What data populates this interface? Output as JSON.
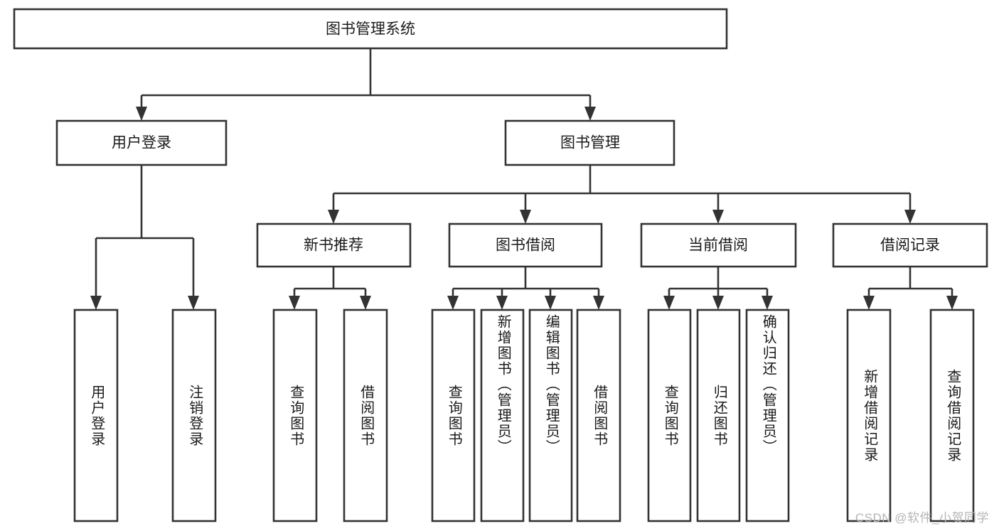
{
  "diagram": {
    "type": "hierarchy-tree",
    "title": "图书管理系统",
    "root": {
      "id": "root",
      "label": "图书管理系统",
      "orientation": "horizontal"
    },
    "level2": [
      {
        "id": "user-login",
        "label": "用户登录",
        "orientation": "horizontal"
      },
      {
        "id": "book-manage",
        "label": "图书管理",
        "orientation": "horizontal"
      }
    ],
    "level3": [
      {
        "id": "new-book-rec",
        "label": "新书推荐",
        "parent": "book-manage",
        "orientation": "horizontal"
      },
      {
        "id": "book-borrow",
        "label": "图书借阅",
        "parent": "book-manage",
        "orientation": "horizontal"
      },
      {
        "id": "current-borrow",
        "label": "当前借阅",
        "parent": "book-manage",
        "orientation": "horizontal"
      },
      {
        "id": "borrow-record",
        "label": "借阅记录",
        "parent": "book-manage",
        "orientation": "horizontal"
      }
    ],
    "leaves": [
      {
        "id": "leaf-user-login",
        "label": "用户登录",
        "parent": "user-login",
        "orientation": "vertical"
      },
      {
        "id": "leaf-logout-login",
        "label": "注销登录",
        "parent": "user-login",
        "orientation": "vertical"
      },
      {
        "id": "leaf-query-book-1",
        "label": "查询图书",
        "parent": "new-book-rec",
        "orientation": "vertical"
      },
      {
        "id": "leaf-borrow-book-1",
        "label": "借阅图书",
        "parent": "new-book-rec",
        "orientation": "vertical"
      },
      {
        "id": "leaf-query-book-2",
        "label": "查询图书",
        "parent": "book-borrow",
        "orientation": "vertical"
      },
      {
        "id": "leaf-add-book",
        "label": "新增图书（管理员）",
        "parent": "book-borrow",
        "orientation": "vertical"
      },
      {
        "id": "leaf-edit-book",
        "label": "编辑图书（管理员）",
        "parent": "book-borrow",
        "orientation": "vertical"
      },
      {
        "id": "leaf-borrow-book-2",
        "label": "借阅图书",
        "parent": "book-borrow",
        "orientation": "vertical"
      },
      {
        "id": "leaf-query-book-3",
        "label": "查询图书",
        "parent": "current-borrow",
        "orientation": "vertical"
      },
      {
        "id": "leaf-return-book",
        "label": "归还图书",
        "parent": "current-borrow",
        "orientation": "vertical"
      },
      {
        "id": "leaf-confirm-return",
        "label": "确认归还（管理员）",
        "parent": "current-borrow",
        "orientation": "vertical"
      },
      {
        "id": "leaf-add-record",
        "label": "新增借阅记录",
        "parent": "borrow-record",
        "orientation": "vertical"
      },
      {
        "id": "leaf-query-record",
        "label": "查询借阅记录",
        "parent": "borrow-record",
        "orientation": "vertical"
      }
    ],
    "colors": {
      "stroke": "#333333",
      "fill": "#ffffff",
      "text": "#1a1a1a",
      "watermark": "#b4b4b4"
    }
  },
  "watermark": {
    "text": "CSDN @软件_小贺同学"
  }
}
